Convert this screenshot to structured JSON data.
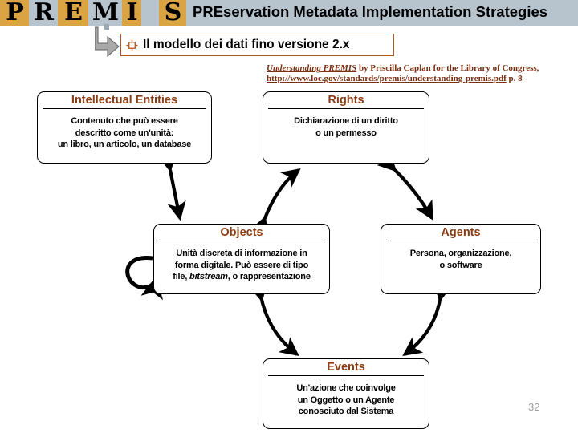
{
  "header": {
    "logo_letters": [
      "P",
      "R",
      "E",
      "M",
      "I",
      "S"
    ],
    "banner_title": "PREservation Metadata Implementation Strategies",
    "colors": {
      "banner_bg": "#b7c4ce",
      "logo_gold": "#d9a441",
      "logo_blue": "#b7c4ce"
    }
  },
  "title_box": {
    "bullet_icon": "target-crosshair-icon",
    "text": "Il modello dei dati fino versione 2.x",
    "border_color": "#b3571a"
  },
  "citation": {
    "source_title": "Understanding PREMIS",
    "attribution": " by Priscilla Caplan for the Library of Congress,",
    "url": "http://www.loc.gov/standards/premis/understanding-premis.pdf",
    "page_ref": " p. 8",
    "color": "#7a2e12"
  },
  "entities": {
    "intellectual": {
      "title": "Intellectual Entities",
      "body_lines": [
        "Contenuto che può essere",
        "descritto come un'unità:",
        "un libro, un articolo, un database"
      ]
    },
    "rights": {
      "title": "Rights",
      "body_lines": [
        "Dichiarazione di un diritto",
        "o un permesso"
      ]
    },
    "objects": {
      "title": "Objects",
      "body_line1": "Unità discreta di informazione in",
      "body_line2": "forma digitale. Può essere di tipo",
      "body_line3_pre": "file, ",
      "body_line3_italic": "bitstream",
      "body_line3_post": ", o rappresentazione"
    },
    "agents": {
      "title": "Agents",
      "body_lines": [
        "Persona, organizzazione,",
        "o software"
      ]
    },
    "events": {
      "title": "Events",
      "body_lines": [
        "Un'azione che coinvolge",
        "un Oggetto o un Agente",
        "conosciuto dal Sistema"
      ]
    }
  },
  "relationships": [
    {
      "from": "intellectual",
      "to": "objects",
      "style": "double-headed-straight"
    },
    {
      "from": "objects",
      "to": "rights",
      "style": "double-headed-curved"
    },
    {
      "from": "rights",
      "to": "agents",
      "style": "double-headed-curved"
    },
    {
      "from": "objects",
      "to": "objects",
      "style": "self-loop"
    },
    {
      "from": "objects",
      "to": "events",
      "style": "double-headed-curved"
    },
    {
      "from": "agents",
      "to": "events",
      "style": "double-headed-curved"
    }
  ],
  "footer": {
    "page_number": "32",
    "color": "#9e9e9e"
  }
}
